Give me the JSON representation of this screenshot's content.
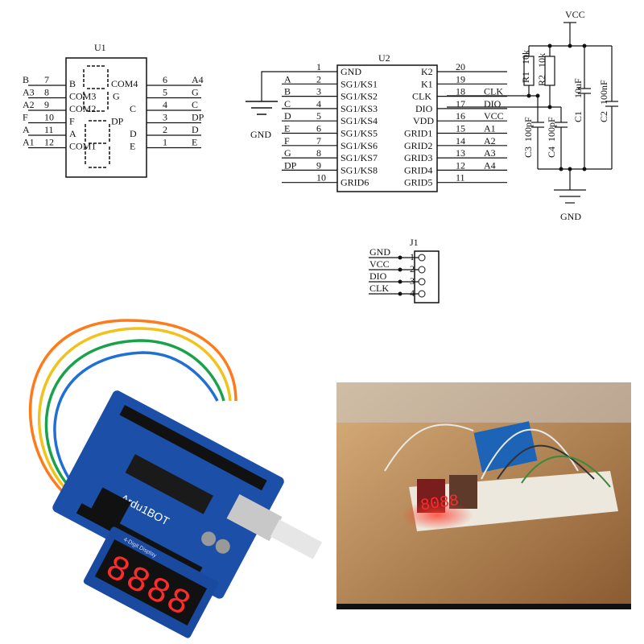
{
  "u1": {
    "ref": "U1",
    "left_pins": [
      {
        "net": "B",
        "num": "7",
        "label": "B"
      },
      {
        "net": "A3",
        "num": "8",
        "label": "COM3"
      },
      {
        "net": "A2",
        "num": "9",
        "label": "COM2"
      },
      {
        "net": "F",
        "num": "10",
        "label": "F"
      },
      {
        "net": "A",
        "num": "11",
        "label": "A"
      },
      {
        "net": "A1",
        "num": "12",
        "label": "COM1"
      }
    ],
    "right_pins": [
      {
        "net": "A4",
        "num": "6",
        "label": "COM4"
      },
      {
        "net": "G",
        "num": "5",
        "label": "G"
      },
      {
        "net": "C",
        "num": "4",
        "label": "C"
      },
      {
        "net": "DP",
        "num": "3",
        "label": "DP"
      },
      {
        "net": "D",
        "num": "2",
        "label": "D"
      },
      {
        "net": "E",
        "num": "1",
        "label": "E"
      }
    ]
  },
  "u2": {
    "ref": "U2",
    "left_pins": [
      {
        "net": "",
        "num": "1",
        "label": "GND"
      },
      {
        "net": "A",
        "num": "2",
        "label": "SG1/KS1"
      },
      {
        "net": "B",
        "num": "3",
        "label": "SG1/KS2"
      },
      {
        "net": "C",
        "num": "4",
        "label": "SG1/KS3"
      },
      {
        "net": "D",
        "num": "5",
        "label": "SG1/KS4"
      },
      {
        "net": "E",
        "num": "6",
        "label": "SG1/KS5"
      },
      {
        "net": "F",
        "num": "7",
        "label": "SG1/KS6"
      },
      {
        "net": "G",
        "num": "8",
        "label": "SG1/KS7"
      },
      {
        "net": "DP",
        "num": "9",
        "label": "SG1/KS8"
      },
      {
        "net": "",
        "num": "10",
        "label": "GRID6"
      }
    ],
    "right_pins": [
      {
        "net": "",
        "num": "20",
        "label": "K2"
      },
      {
        "net": "",
        "num": "19",
        "label": "K1"
      },
      {
        "net": "CLK",
        "num": "18",
        "label": "CLK"
      },
      {
        "net": "DIO",
        "num": "17",
        "label": "DIO"
      },
      {
        "net": "VCC",
        "num": "16",
        "label": "VDD"
      },
      {
        "net": "A1",
        "num": "15",
        "label": "GRID1"
      },
      {
        "net": "A2",
        "num": "14",
        "label": "GRID2"
      },
      {
        "net": "A3",
        "num": "13",
        "label": "GRID3"
      },
      {
        "net": "A4",
        "num": "12",
        "label": "GRID4"
      },
      {
        "net": "",
        "num": "11",
        "label": "GRID5"
      }
    ],
    "gnd_label": "GND"
  },
  "power": {
    "vcc": "VCC",
    "gnd": "GND",
    "components": [
      {
        "ref": "R1",
        "value": "10k"
      },
      {
        "ref": "R2",
        "value": "10k"
      },
      {
        "ref": "C1",
        "value": "10uF"
      },
      {
        "ref": "C2",
        "value": "100nF"
      },
      {
        "ref": "C3",
        "value": "100pF"
      },
      {
        "ref": "C4",
        "value": "100pF"
      }
    ]
  },
  "j1": {
    "ref": "J1",
    "pins": [
      {
        "label": "GND",
        "num": "1"
      },
      {
        "label": "VCC",
        "num": "2"
      },
      {
        "label": "DIO",
        "num": "3"
      },
      {
        "label": "CLK",
        "num": "4"
      }
    ]
  },
  "photos": {
    "board_text": "Ardu1BOT",
    "module_text": "4-Digit Display",
    "display_digits": "8888",
    "breadboard_digits": "8088"
  },
  "colors": {
    "led_red": "#ff2a2a",
    "board_blue": "#1b4fa8",
    "module_blue": "#1a4aa0"
  }
}
